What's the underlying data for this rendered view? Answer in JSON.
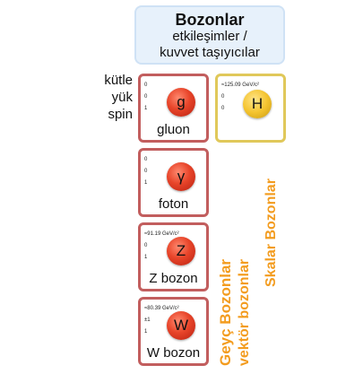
{
  "header": {
    "title": "Bozonlar",
    "line1": "etkileşimler /",
    "line2": "kuvvet taşıyıcılar"
  },
  "properties": [
    "kütle",
    "yük",
    "spin"
  ],
  "particles": {
    "gluon": {
      "symbol": "g",
      "name": "gluon",
      "mass": "0",
      "charge": "0",
      "spin": "1"
    },
    "higgs": {
      "symbol": "H",
      "name": "",
      "mass": "≈125.09 GeV/c²",
      "charge": "0",
      "spin": "0"
    },
    "photon": {
      "symbol": "γ",
      "name": "foton",
      "mass": "0",
      "charge": "0",
      "spin": "1"
    },
    "z": {
      "symbol": "Z",
      "name": "Z bozon",
      "mass": "≈91.19 GeV/c²",
      "charge": "0",
      "spin": "1"
    },
    "w": {
      "symbol": "W",
      "name": "W bozon",
      "mass": "≈80.39 GeV/c²",
      "charge": "±1",
      "spin": "1"
    }
  },
  "labels": {
    "scalar": "Skalar Bozonlar",
    "gauge": "Geyç Bozonlar",
    "vector": "vektör bozonlar"
  },
  "colors": {
    "gauge_border": "#c25e5e",
    "scalar_border": "#e0c85a",
    "label_orange": "#f39c1f",
    "header_bg": "#e7f1fb"
  }
}
